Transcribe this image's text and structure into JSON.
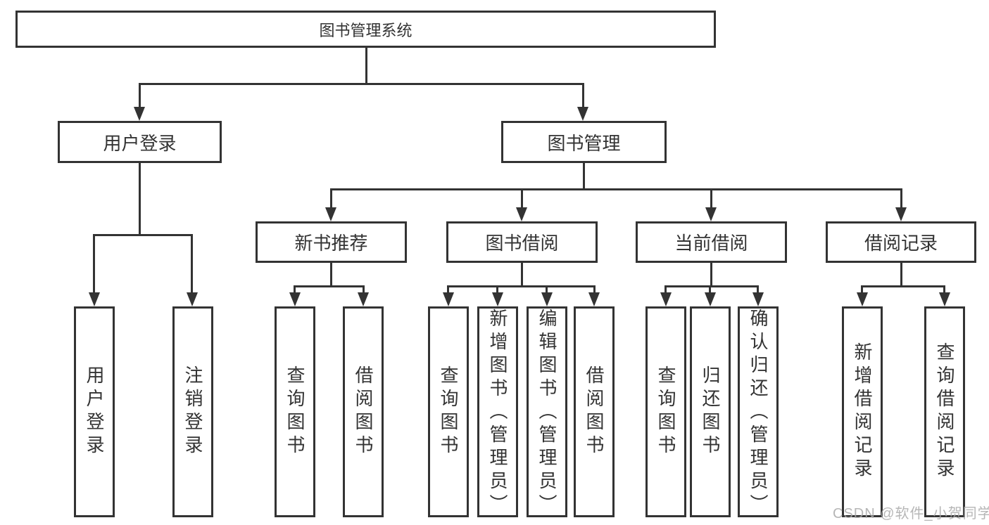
{
  "tree": {
    "label": "图书管理系统",
    "children": [
      {
        "label": "用户登录",
        "children": [
          {
            "label": "用户登录"
          },
          {
            "label": "注销登录"
          }
        ]
      },
      {
        "label": "图书管理",
        "children": [
          {
            "label": "新书推荐",
            "children": [
              {
                "label": "查询图书"
              },
              {
                "label": "借阅图书"
              }
            ]
          },
          {
            "label": "图书借阅",
            "children": [
              {
                "label": "查询图书"
              },
              {
                "label": "新增图书（管理员）"
              },
              {
                "label": "编辑图书（管理员）"
              },
              {
                "label": "借阅图书"
              }
            ]
          },
          {
            "label": "当前借阅",
            "children": [
              {
                "label": "查询图书"
              },
              {
                "label": "归还图书"
              },
              {
                "label": "确认归还（管理员）"
              }
            ]
          },
          {
            "label": "借阅记录",
            "children": [
              {
                "label": "新增借阅记录"
              },
              {
                "label": "查询借阅记录"
              }
            ]
          }
        ]
      }
    ]
  },
  "watermark": "CSDN @软件_小贺同学",
  "colors": {
    "line": "#333333",
    "text": "#333333",
    "watermark": "#aaaaaa",
    "background": "#ffffff"
  }
}
